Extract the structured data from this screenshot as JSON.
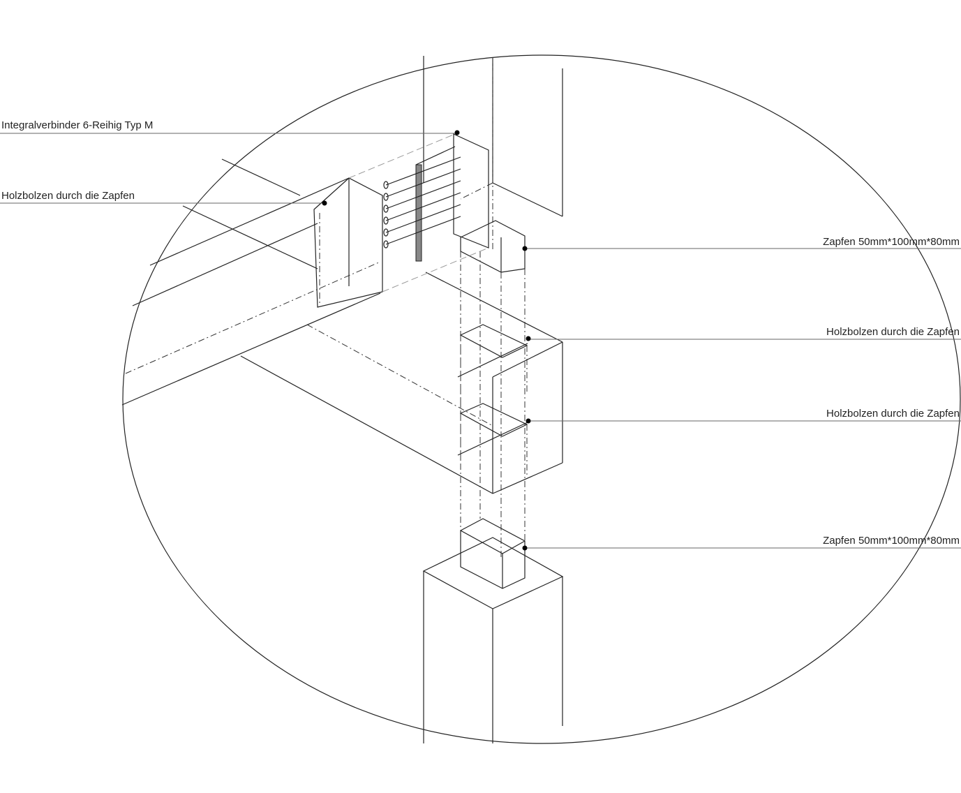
{
  "labels": {
    "connector": "Integralverbinder 6-Reihig Typ M",
    "bolts_left": "Holzbolzen durch die Zapfen",
    "tenon_top": "Zapfen 50mm*100mm*80mm",
    "bolts_mid1": "Holzbolzen durch die Zapfen",
    "bolts_mid2": "Holzbolzen durch die Zapfen",
    "tenon_bottom": "Zapfen 50mm*100mm*80mm"
  }
}
